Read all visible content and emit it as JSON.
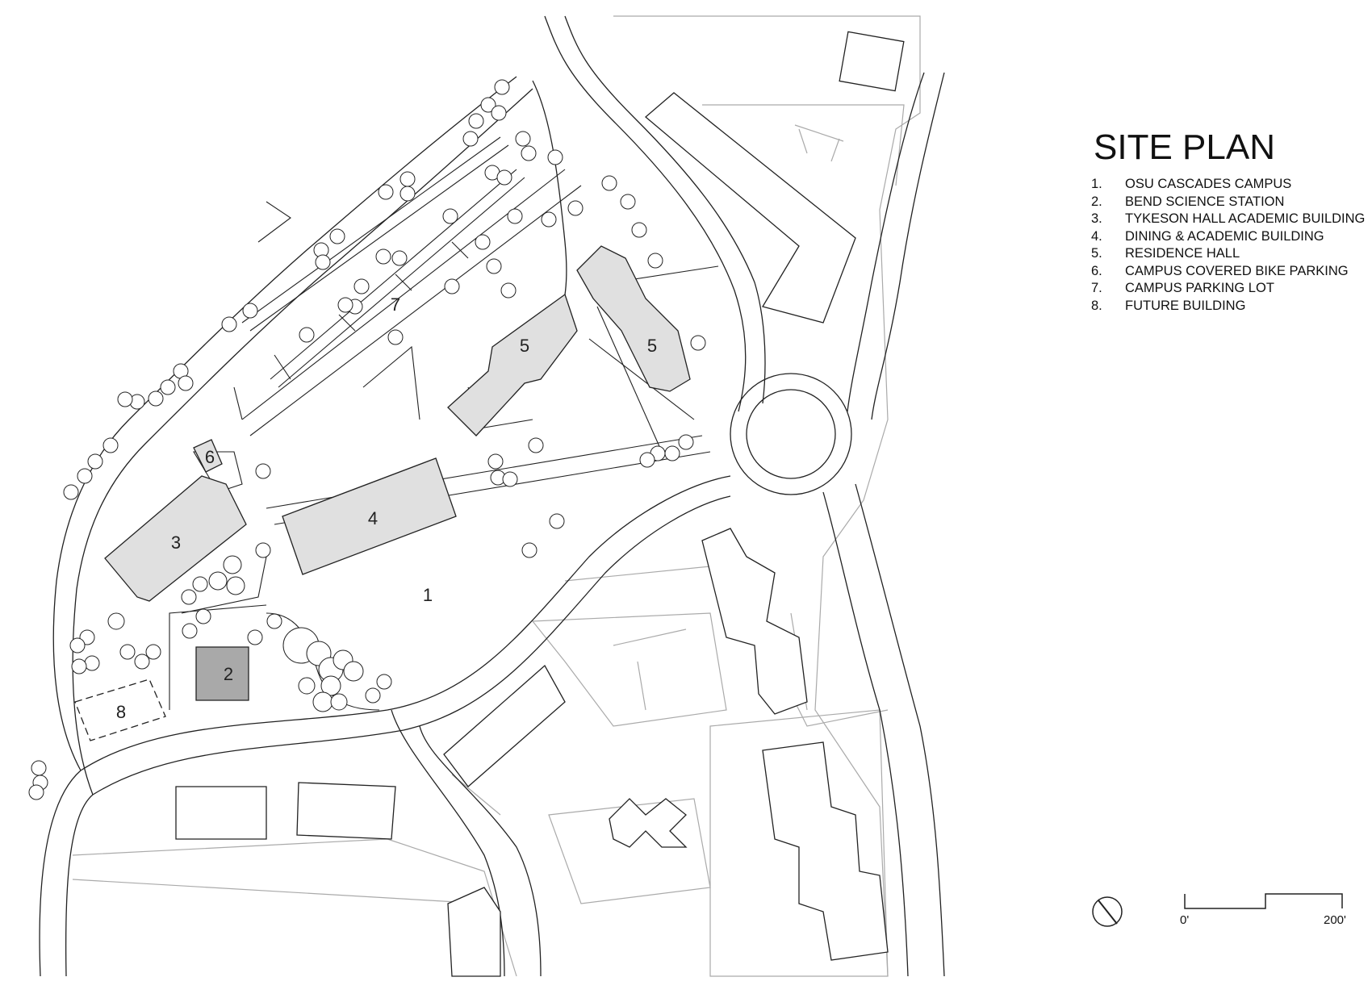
{
  "title": "SITE PLAN",
  "legend": [
    {
      "num": "1.",
      "label": "OSU CASCADES CAMPUS"
    },
    {
      "num": "2.",
      "label": "BEND SCIENCE STATION"
    },
    {
      "num": "3.",
      "label": "TYKESON HALL ACADEMIC BUILDING"
    },
    {
      "num": "4.",
      "label": "DINING & ACADEMIC BUILDING"
    },
    {
      "num": "5.",
      "label": "RESIDENCE HALL"
    },
    {
      "num": "6.",
      "label": "CAMPUS COVERED BIKE PARKING"
    },
    {
      "num": "7.",
      "label": "CAMPUS PARKING LOT"
    },
    {
      "num": "8.",
      "label": "FUTURE BUILDING"
    }
  ],
  "map_labels": {
    "campus": "1",
    "science_station": "2",
    "tykeson": "3",
    "dining": "4",
    "residence": "5",
    "bike": "6",
    "parking": "7",
    "future": "8"
  },
  "scale": {
    "start": "0'",
    "end": "200'"
  },
  "icons": {
    "north_arrow": "north-arrow-icon"
  },
  "colors": {
    "highlight_building": "#e0e0e0",
    "science_station": "#a9a9a9",
    "line": "#222222",
    "context_line": "#aaaaaa"
  }
}
